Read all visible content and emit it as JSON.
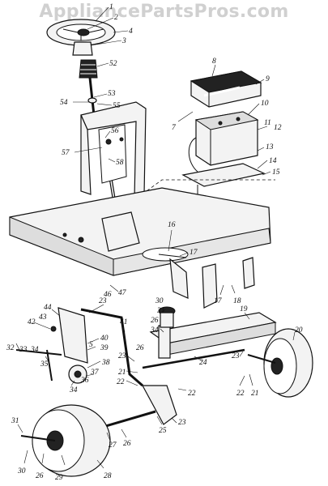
{
  "watermark": "AppliancePartsPros.com",
  "callouts": [
    "1",
    "2",
    "3",
    "4",
    "52",
    "53",
    "54",
    "55",
    "56",
    "57",
    "58",
    "8",
    "9",
    "7",
    "10",
    "11",
    "12",
    "13",
    "14",
    "15",
    "16",
    "17",
    "17",
    "18",
    "19",
    "20",
    "46",
    "47",
    "23",
    "41",
    "30",
    "31",
    "26",
    "34",
    "44",
    "43",
    "42",
    "40",
    "39",
    "5",
    "38",
    "37",
    "36",
    "32",
    "33",
    "34",
    "35",
    "34",
    "26",
    "23",
    "21",
    "22",
    "24",
    "22",
    "23",
    "22",
    "21",
    "25",
    "23",
    "27",
    "26",
    "31",
    "30",
    "26",
    "29",
    "28"
  ]
}
